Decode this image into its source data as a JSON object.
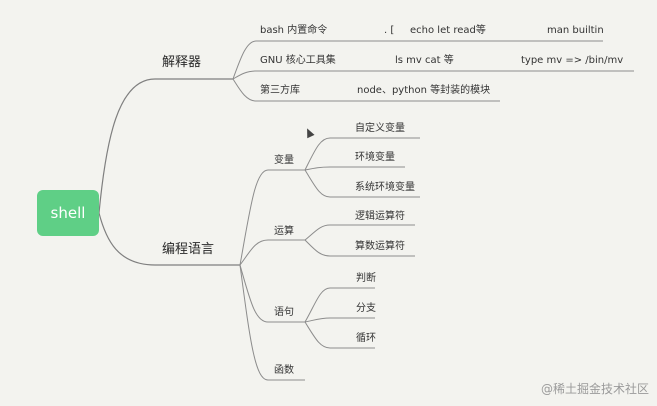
{
  "root": {
    "label": "shell"
  },
  "interpreter": {
    "label": "解释器",
    "children": [
      {
        "label": "bash 内置命令",
        "details": [
          ". [",
          "echo let read等",
          "man builtin"
        ]
      },
      {
        "label": "GNU 核心工具集",
        "details": [
          "ls mv cat 等",
          "type mv => /bin/mv"
        ]
      },
      {
        "label": "第三方库",
        "details": [
          "node、python 等封装的模块"
        ]
      }
    ]
  },
  "language": {
    "label": "编程语言",
    "children": [
      {
        "label": "变量",
        "children": [
          "自定义变量",
          "环境变量",
          "系统环境变量"
        ]
      },
      {
        "label": "运算",
        "children": [
          "逻辑运算符",
          "算数运算符"
        ]
      },
      {
        "label": "语句",
        "children": [
          "判断",
          "分支",
          "循环"
        ]
      },
      {
        "label": "函数",
        "children": []
      }
    ]
  },
  "watermark": {
    "text": "@稀土掘金技术社区"
  }
}
